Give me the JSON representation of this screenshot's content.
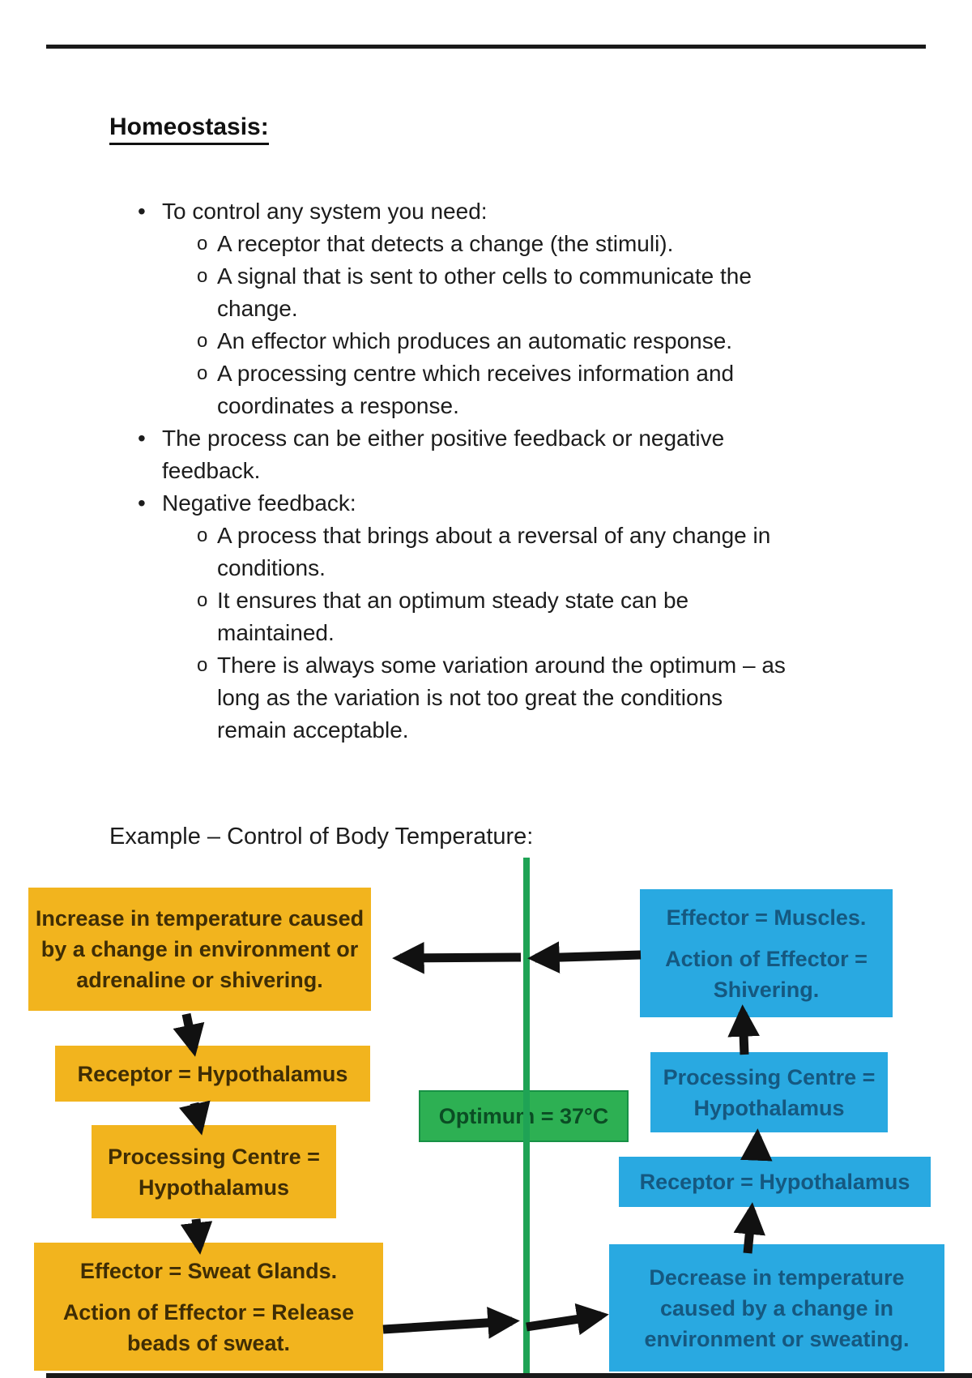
{
  "header": {
    "title": "Homeostasis:",
    "example_heading": "Example – Control of Body Temperature:"
  },
  "bullets": [
    {
      "level": 1,
      "marker": "•",
      "text": "To control any system you need:"
    },
    {
      "level": 2,
      "marker": "o",
      "text": "A receptor that detects a change (the stimuli)."
    },
    {
      "level": 2,
      "marker": "o",
      "text": "A signal that is sent to other cells to communicate the\nchange."
    },
    {
      "level": 2,
      "marker": "o",
      "text": "An effector which produces an automatic response."
    },
    {
      "level": 2,
      "marker": "o",
      "text": "A processing centre which receives information and\ncoordinates a response."
    },
    {
      "level": 1,
      "marker": "•",
      "text": "The process can be either positive feedback or negative\nfeedback."
    },
    {
      "level": 1,
      "marker": "•",
      "text": "Negative feedback:"
    },
    {
      "level": 2,
      "marker": "o",
      "text": "A process that brings about a reversal of any change in\nconditions."
    },
    {
      "level": 2,
      "marker": "o",
      "text": "It ensures that an optimum steady state can be\nmaintained."
    },
    {
      "level": 2,
      "marker": "o",
      "text": "There is always some variation around the optimum – as\nlong as the variation is not too great the conditions\nremain acceptable."
    }
  ],
  "flowchart": {
    "optimum_box": {
      "label": "Optimum = 37°C"
    },
    "heat_branch": {
      "stimulus": {
        "label": "Increase in temperature caused\nby a change in environment or\nadrenaline or shivering."
      },
      "receptor": {
        "label": "Receptor = Hypothalamus"
      },
      "processing_centre": {
        "label": "Processing Centre =\nHypothalamus"
      },
      "effector": {
        "label1": "Effector = Sweat Glands.",
        "label2": "Action of Effector = Release\nbeads of sweat."
      }
    },
    "cold_branch": {
      "effector": {
        "label1": "Effector = Muscles.",
        "label2": "Action of Effector =\nShivering."
      },
      "processing_centre": {
        "label": "Processing Centre =\nHypothalamus"
      },
      "receptor": {
        "label": "Receptor = Hypothalamus"
      },
      "stimulus": {
        "label": "Decrease in temperature\ncaused by a change in\nenvironment or sweating."
      }
    },
    "colors": {
      "hot_box": "#F2B41E",
      "cold_box": "#29A9E1",
      "optimum_fill": "#2DB053",
      "optimum_line": "#1FA355",
      "arrow": "#111111"
    }
  }
}
